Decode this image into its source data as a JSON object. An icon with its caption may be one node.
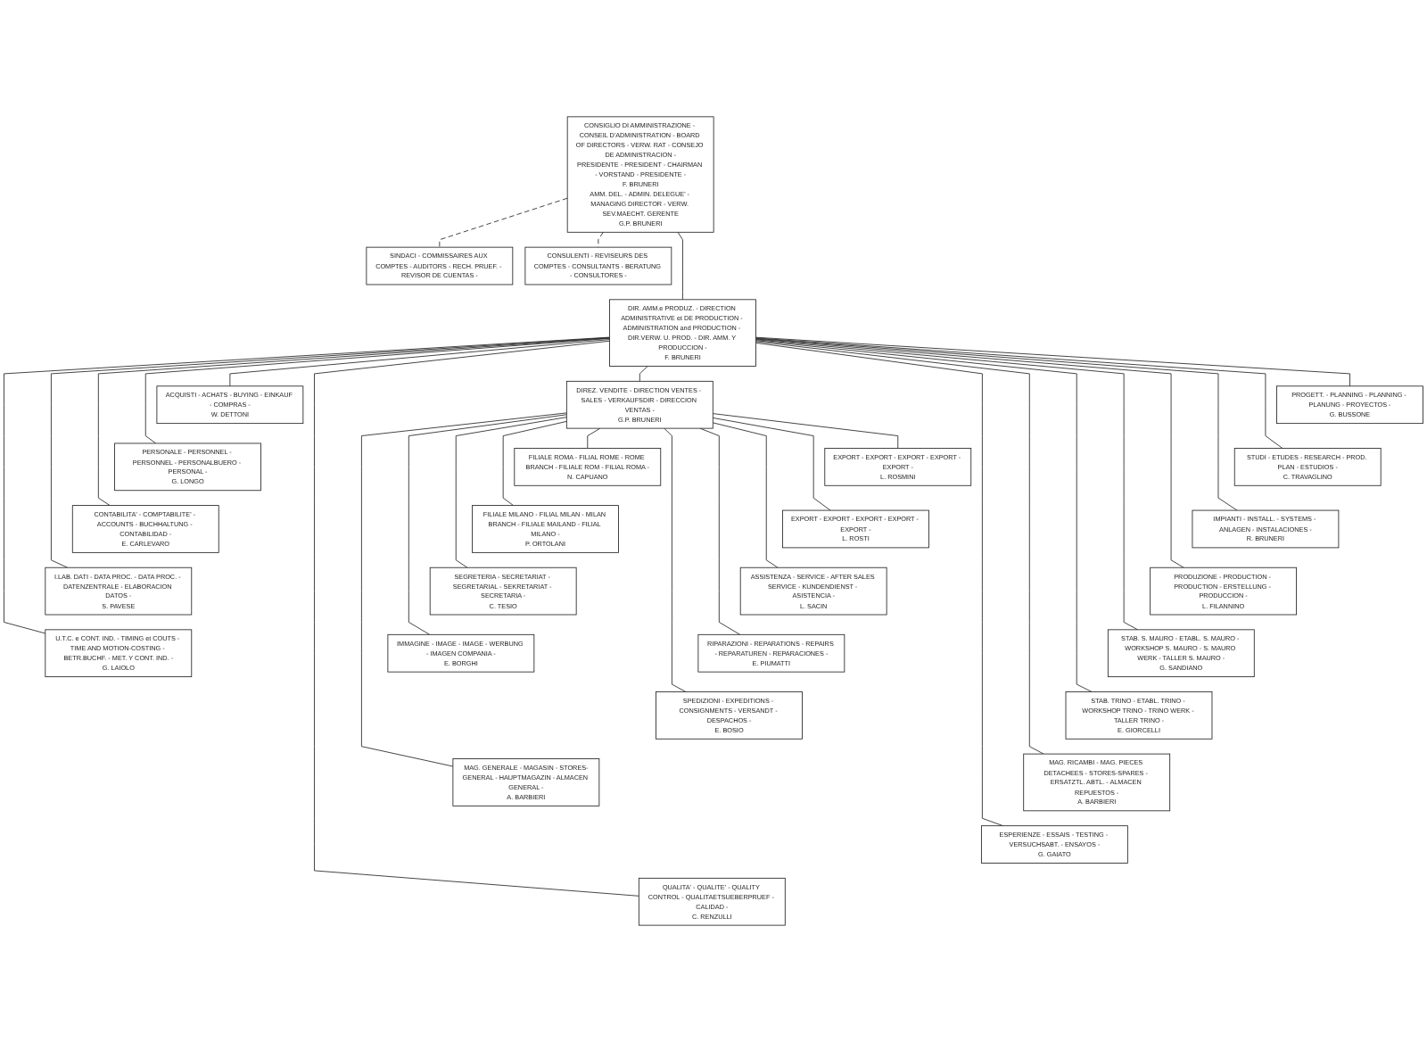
{
  "diagram": {
    "nodes": [
      {
        "text": [
          "CONSIGLIO DI AMMINISTRAZIONE - CONSEIL D'ADMINISTRATION - BOARD OF DIRECTORS - VERW. RAT - CONSEJO DE ADMINISTRACION -",
          "PRESIDENTE - PRESIDENT - CHAIRMAN - VORSTAND - PRESIDENTE -",
          "F. BRUNERI",
          "AMM. DEL. - ADMIN. DELEGUE' - MANAGING DIRECTOR - VERW. SEV.MAECHT. GERENTE",
          "G.P. BRUNERI"
        ]
      },
      {
        "text": [
          "SINDACI - COMMISSAIRES AUX COMPTES - AUDITORS - RECH. PRUEF. - REVISOR DE CUENTAS -"
        ]
      },
      {
        "text": [
          "CONSULENTI - REVISEURS DES COMPTES - CONSULTANTS - BERATUNG - CONSULTORES -"
        ]
      },
      {
        "text": [
          "DIR. AMM.e PRODUZ. - DIRECTION ADMINISTRATIVE et DE PRODUCTION - ADMINISTRATION and PRODUCTION - DIR.VERW. U. PROD. - DIR. AMM. Y PRODUCCION -",
          "F. BRUNERI"
        ]
      },
      {
        "text": [
          "DIREZ. VENDITE - DIRECTION VENTES - SALES - VERKAUFSDIR - DIRECCION VENTAS -",
          "G.P. BRUNERI"
        ]
      },
      {
        "text": [
          "ACQUISTI - ACHATS - BUYING - EINKAUF - COMPRAS -",
          "W. DETTONI"
        ]
      },
      {
        "text": [
          "PERSONALE - PERSONNEL - PERSONNEL - PERSONALBUERO - PERSONAL -",
          "G. LONGO"
        ]
      },
      {
        "text": [
          "CONTABILITA' - COMPTABILITE' - ACCOUNTS - BUCHHALTUNG - CONTABILIDAD -",
          "E. CARLEVARO"
        ]
      },
      {
        "text": [
          "I.LAB. DATI - DATA PROC. - DATA PROC. - DATENZENTRALE - ELABORACION DATOS -",
          "S. PAVESE"
        ]
      },
      {
        "text": [
          "U.T.C. e CONT. IND. - TIMING et COUTS - TIME AND MOTION-COSTING - BETR.BUCHF. - MET. Y CONT. IND. -",
          "G. LAIOLO"
        ]
      },
      {
        "text": [
          "PROGETT. - PLANNING - PLANNING - PLANUNG - PROYECTOS -",
          "G. BUSSONE"
        ]
      },
      {
        "text": [
          "STUDI - ETUDES - RESEARCH - PROD. PLAN - ESTUDIOS -",
          "C. TRAVAGLINO"
        ]
      },
      {
        "text": [
          "IMPIANTI - INSTALL. - SYSTEMS - ANLAGEN - INSTALACIONES -",
          "R. BRUNERI"
        ]
      },
      {
        "text": [
          "PRODUZIONE - PRODUCTION - PRODUCTION - ERSTELLUNG - PRODUCCION -",
          "L. FILANNINO"
        ]
      },
      {
        "text": [
          "STAB. S. MAURO - ETABL. S. MAURO - WORKSHOP S. MAURO - S. MAURO WERK - TALLER S. MAURO -",
          "G. SANDIANO"
        ]
      },
      {
        "text": [
          "STAB. TRINO - ETABL. TRINO - WORKSHOP TRINO - TRINO WERK - TALLER TRINO -",
          "E. GIORCELLI"
        ]
      },
      {
        "text": [
          "MAG. RICAMBI - MAG. PIECES DETACHEES - STORES-SPARES - ERSATZTL. ABTL. - ALMACEN REPUESTOS -",
          "A. BARBIERI"
        ]
      },
      {
        "text": [
          "ESPERIENZE - ESSAIS - TESTING - VERSUCHSABT. - ENSAYOS -",
          "G. GAIATO"
        ]
      },
      {
        "text": [
          "QUALITA' - QUALITE' - QUALITY CONTROL - QUALITAETSUEBERPRUEF - CALIDAD -",
          "C. RENZULLI"
        ]
      },
      {
        "text": [
          "EXPORT - EXPORT - EXPORT - EXPORT - EXPORT -",
          "L. ROSMINI"
        ]
      },
      {
        "text": [
          "EXPORT - EXPORT - EXPORT - EXPORT - EXPORT -",
          "L. ROSTI"
        ]
      },
      {
        "text": [
          "ASSISTENZA - SERVICE - AFTER SALES SERVICE - KUNDENDIENST - ASISTENCIA -",
          "L. SACIN"
        ]
      },
      {
        "text": [
          "RIPARAZIONI - REPARATIONS - REPAIRS - REPARATUREN - REPARACIONES -",
          "E. PIUMATTI"
        ]
      },
      {
        "text": [
          "SPEDIZIONI - EXPEDITIONS - CONSIGNMENTS - VERSANDT - DESPACHOS -",
          "E. BOSIO"
        ]
      },
      {
        "text": [
          "MAG. GENERALE - MAGASIN - STORES-GENERAL - HAUPTMAGAZIN - ALMACEN GENERAL -",
          "A. BARBIERI"
        ]
      },
      {
        "text": [
          "FILIALE ROMA - FILIAL ROME - ROME BRANCH - FILIALE ROM - FILIAL ROMA -",
          "N. CAPUANO"
        ]
      },
      {
        "text": [
          "FILIALE MILANO - FILIAL MILAN - MILAN BRANCH - FILIALE MAILAND - FILIAL MILANO -",
          "P. ORTOLANI"
        ]
      },
      {
        "text": [
          "SEGRETERIA - SECRETARIAT - SEGRETARIAL - SEKRETARIAT - SECRETARIA -",
          "C. TESIO"
        ]
      },
      {
        "text": [
          "IMMAGINE - IMAGE - IMAGE - WERBUNG - IMAGEN COMPANIA -",
          "E. BORGHI"
        ]
      }
    ],
    "edges": [
      {
        "from": 0,
        "to": 1,
        "arrow": "none",
        "style": "dashed"
      },
      {
        "from": 0,
        "to": 2,
        "arrow": "none",
        "style": "dashed"
      },
      {
        "from": 0,
        "to": 3,
        "arrow": "none"
      },
      {
        "from": 3,
        "to": 4,
        "arrow": "none"
      },
      {
        "from": 3,
        "to": 5,
        "arrow": "none"
      },
      {
        "from": 3,
        "to": 6,
        "arrow": "none"
      },
      {
        "from": 3,
        "to": 7,
        "arrow": "none"
      },
      {
        "from": 3,
        "to": 8,
        "arrow": "none"
      },
      {
        "from": 3,
        "to": 9,
        "arrow": "none"
      },
      {
        "from": 3,
        "to": 10,
        "arrow": "none"
      },
      {
        "from": 3,
        "to": 11,
        "arrow": "none"
      },
      {
        "from": 3,
        "to": 12,
        "arrow": "none"
      },
      {
        "from": 3,
        "to": 13,
        "arrow": "none"
      },
      {
        "from": 3,
        "to": 14,
        "arrow": "none"
      },
      {
        "from": 3,
        "to": 15,
        "arrow": "none"
      },
      {
        "from": 3,
        "to": 16,
        "arrow": "none"
      },
      {
        "from": 3,
        "to": 17,
        "arrow": "none"
      },
      {
        "from": 3,
        "to": 18,
        "arrow": "none"
      },
      {
        "from": 4,
        "to": 19,
        "arrow": "none"
      },
      {
        "from": 4,
        "to": 20,
        "arrow": "none"
      },
      {
        "from": 4,
        "to": 21,
        "arrow": "none"
      },
      {
        "from": 4,
        "to": 22,
        "arrow": "none"
      },
      {
        "from": 4,
        "to": 23,
        "arrow": "none"
      },
      {
        "from": 4,
        "to": 24,
        "arrow": "none"
      },
      {
        "from": 4,
        "to": 25,
        "arrow": "none"
      },
      {
        "from": 4,
        "to": 26,
        "arrow": "none"
      },
      {
        "from": 4,
        "to": 27,
        "arrow": "none"
      },
      {
        "from": 4,
        "to": 28,
        "arrow": "none"
      }
    ]
  }
}
